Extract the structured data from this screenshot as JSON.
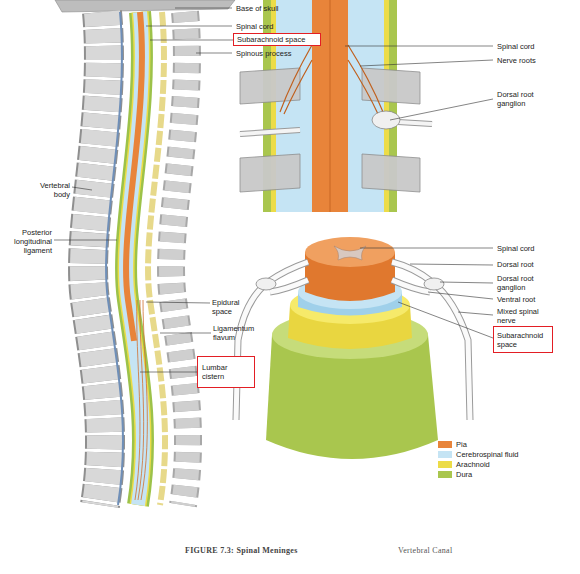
{
  "diagram": {
    "caption": "FIGURE 7.3: Spinal Meninges",
    "nodes": [
      {
        "text": [
          "Subarachnoid space"
        ]
      },
      {
        "text": [
          "Lumbar cistern"
        ]
      },
      {
        "text": [
          "Subarachnoid space"
        ]
      }
    ],
    "labels": [
      "Base of skull",
      "Spinal cord",
      "Spinous process",
      "Vertebral body",
      "Posterior longitudinal ligament",
      "Epidural space",
      "Ligamentum flavum",
      "Spinal cord",
      "Nerve roots",
      "Dorsal root ganglion",
      "Spinal cord",
      "Dorsal root",
      "Dorsal root ganglion",
      "Ventral root",
      "Mixed spinal nerve",
      "Vertebral Canal"
    ],
    "legend": [
      {
        "text": "Pia",
        "color": "#e8843a"
      },
      {
        "text": "Cerebrospinal fluid",
        "color": "#c5e4f4"
      },
      {
        "text": "Arachnoid",
        "color": "#ecdc48"
      },
      {
        "text": "Dura",
        "color": "#a9c64e"
      }
    ]
  }
}
